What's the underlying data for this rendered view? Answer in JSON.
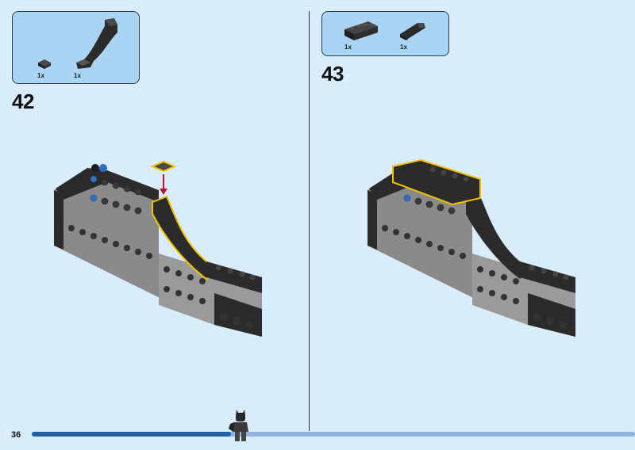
{
  "page": {
    "number": "36"
  },
  "progress": {
    "fraction": 0.33
  },
  "steps": [
    {
      "number": "42",
      "parts": [
        {
          "qty": "1x",
          "icon": "plate-1x1-icon"
        },
        {
          "qty": "1x",
          "icon": "curved-slope-icon"
        }
      ]
    },
    {
      "number": "43",
      "parts": [
        {
          "qty": "1x",
          "icon": "brick-1x4-icon"
        },
        {
          "qty": "1x",
          "icon": "wedge-slope-icon"
        }
      ]
    }
  ],
  "colors": {
    "background": "#d8ecfa",
    "parts_box": "#a9d4f3",
    "brick_dark": "#2b2b2b",
    "brick_grey": "#8a8a8a",
    "highlight": "#f2c200",
    "arrow": "#c3122d",
    "progress": "#1f5fa8"
  }
}
